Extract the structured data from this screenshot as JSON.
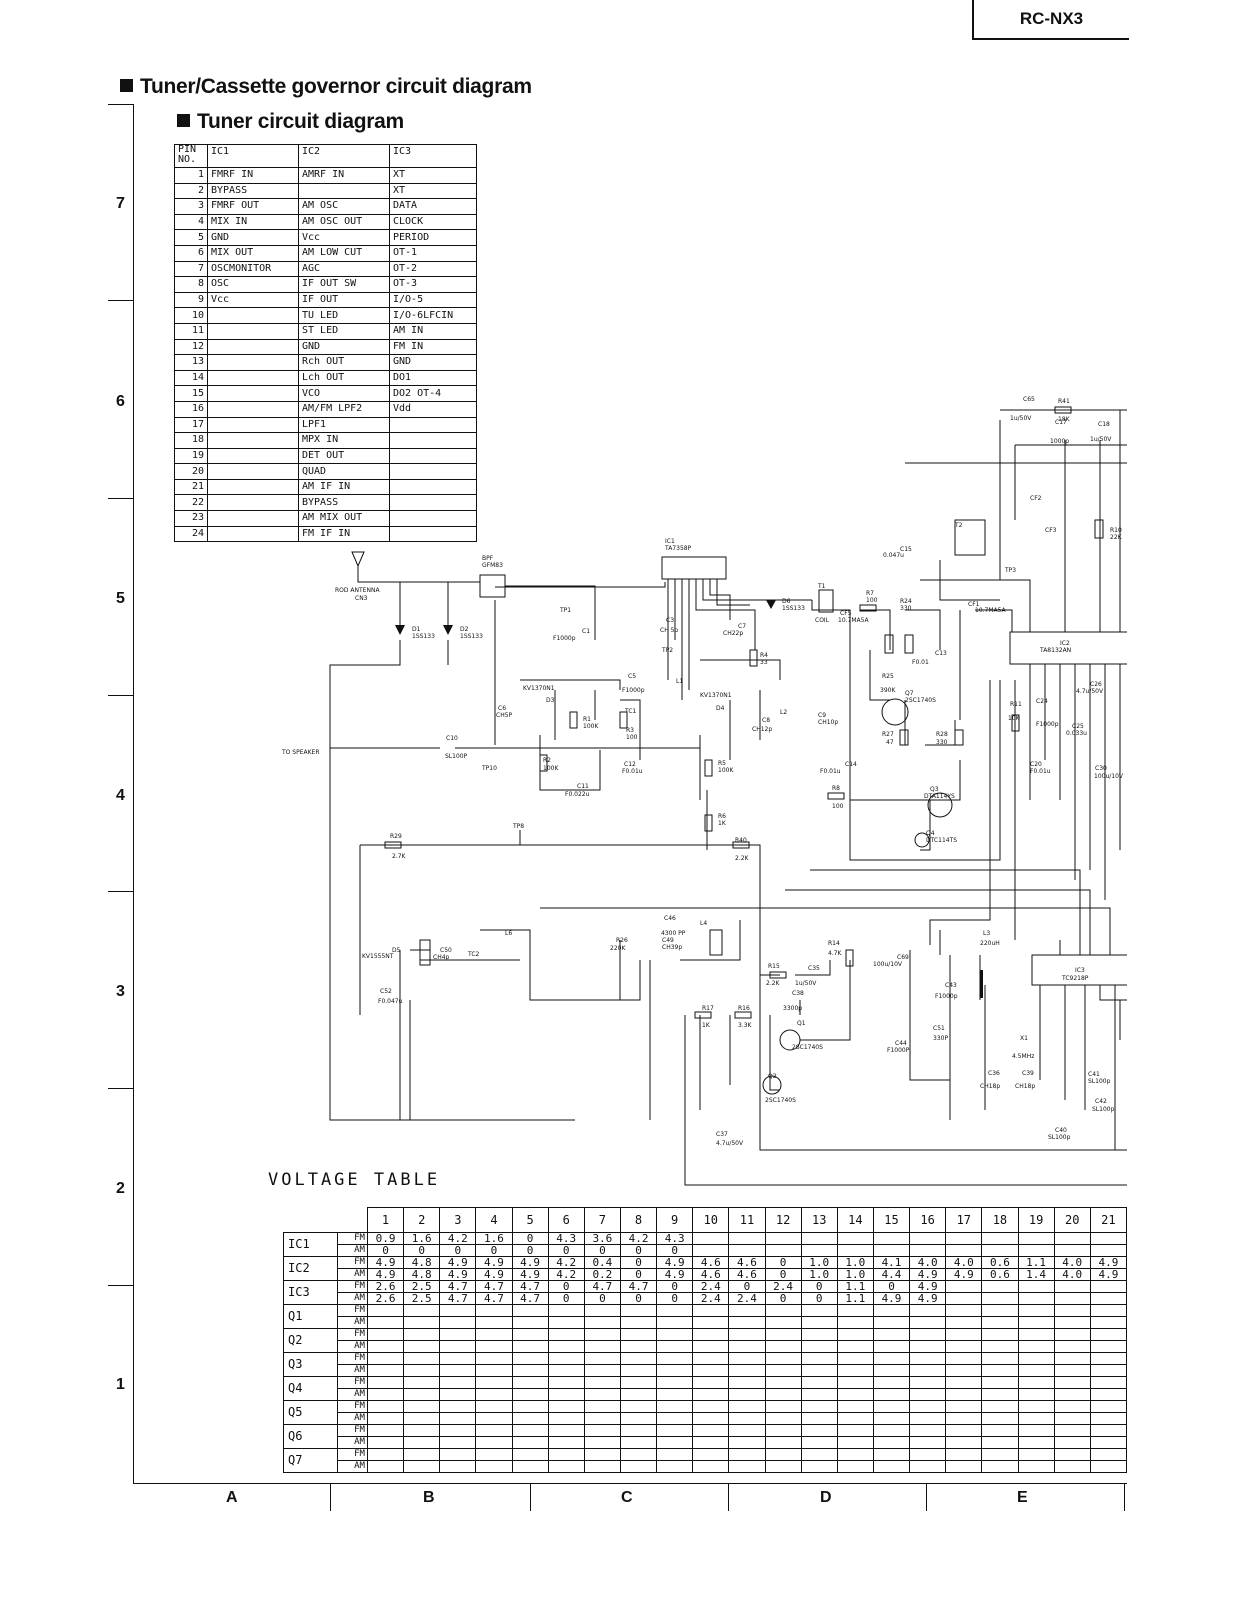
{
  "model": "RC-NX3",
  "title": "Tuner/Cassette governor circuit diagram",
  "subtitle": "Tuner circuit diagram",
  "row_markers": [
    "7",
    "6",
    "5",
    "4",
    "3",
    "2",
    "1"
  ],
  "column_markers": [
    "A",
    "B",
    "C",
    "D",
    "E"
  ],
  "pin_table": {
    "header": [
      "PIN NO.",
      "IC1",
      "IC2",
      "IC3"
    ],
    "rows": [
      [
        "1",
        "FMRF IN",
        "AMRF IN",
        "XT"
      ],
      [
        "2",
        "BYPASS",
        "",
        "XT"
      ],
      [
        "3",
        "FMRF OUT",
        "AM OSC",
        "DATA"
      ],
      [
        "4",
        "MIX IN",
        "AM OSC OUT",
        "CLOCK"
      ],
      [
        "5",
        "GND",
        "Vcc",
        "PERIOD"
      ],
      [
        "6",
        "MIX OUT",
        "AM LOW CUT",
        "OT-1"
      ],
      [
        "7",
        "OSCMONITOR",
        "AGC",
        "OT-2"
      ],
      [
        "8",
        "OSC",
        "IF OUT SW",
        "OT-3"
      ],
      [
        "9",
        "Vcc",
        "IF OUT",
        "I/O-5"
      ],
      [
        "10",
        "",
        "TU LED",
        "I/O-6LFCIN"
      ],
      [
        "11",
        "",
        "ST LED",
        "AM IN"
      ],
      [
        "12",
        "",
        "GND",
        "FM IN"
      ],
      [
        "13",
        "",
        "Rch OUT",
        "GND"
      ],
      [
        "14",
        "",
        "Lch OUT",
        "DO1"
      ],
      [
        "15",
        "",
        "VCO",
        "DO2 OT-4"
      ],
      [
        "16",
        "",
        "AM/FM LPF2",
        "Vdd"
      ],
      [
        "17",
        "",
        "LPF1",
        ""
      ],
      [
        "18",
        "",
        "MPX IN",
        ""
      ],
      [
        "19",
        "",
        "DET OUT",
        ""
      ],
      [
        "20",
        "",
        "QUAD",
        ""
      ],
      [
        "21",
        "",
        "AM IF IN",
        ""
      ],
      [
        "22",
        "",
        "BYPASS",
        ""
      ],
      [
        "23",
        "",
        "AM MIX OUT",
        ""
      ],
      [
        "24",
        "",
        "FM IF IN",
        ""
      ]
    ]
  },
  "voltage_table": {
    "title": "VOLTAGE TABLE",
    "columns": [
      "1",
      "2",
      "3",
      "4",
      "5",
      "6",
      "7",
      "8",
      "9",
      "10",
      "11",
      "12",
      "13",
      "14",
      "15",
      "16",
      "17",
      "18",
      "19",
      "20",
      "21"
    ],
    "rows": [
      {
        "label": "IC1",
        "mode": "FM",
        "values": [
          "0.9",
          "1.6",
          "4.2",
          "1.6",
          "0",
          "4.3",
          "3.6",
          "4.2",
          "4.3",
          "",
          "",
          "",
          "",
          "",
          "",
          "",
          "",
          "",
          "",
          "",
          ""
        ]
      },
      {
        "label": "",
        "mode": "AM",
        "values": [
          "0",
          "0",
          "0",
          "0",
          "0",
          "0",
          "0",
          "0",
          "0",
          "",
          "",
          "",
          "",
          "",
          "",
          "",
          "",
          "",
          "",
          "",
          ""
        ]
      },
      {
        "label": "IC2",
        "mode": "FM",
        "values": [
          "4.9",
          "4.8",
          "4.9",
          "4.9",
          "4.9",
          "4.2",
          "0.4",
          "0",
          "4.9",
          "4.6",
          "4.6",
          "0",
          "1.0",
          "1.0",
          "4.1",
          "4.0",
          "4.0",
          "0.6",
          "1.1",
          "4.0",
          "4.9"
        ]
      },
      {
        "label": "",
        "mode": "AM",
        "values": [
          "4.9",
          "4.8",
          "4.9",
          "4.9",
          "4.9",
          "4.2",
          "0.2",
          "0",
          "4.9",
          "4.6",
          "4.6",
          "0",
          "1.0",
          "1.0",
          "4.4",
          "4.9",
          "4.9",
          "0.6",
          "1.4",
          "4.0",
          "4.9"
        ]
      },
      {
        "label": "IC3",
        "mode": "FM",
        "values": [
          "2.6",
          "2.5",
          "4.7",
          "4.7",
          "4.7",
          "0",
          "4.7",
          "4.7",
          "0",
          "2.4",
          "0",
          "2.4",
          "0",
          "1.1",
          "0",
          "4.9",
          "",
          "",
          "",
          "",
          ""
        ]
      },
      {
        "label": "",
        "mode": "AM",
        "values": [
          "2.6",
          "2.5",
          "4.7",
          "4.7",
          "4.7",
          "0",
          "0",
          "0",
          "0",
          "2.4",
          "2.4",
          "0",
          "0",
          "1.1",
          "4.9",
          "4.9",
          "",
          "",
          "",
          "",
          ""
        ]
      },
      {
        "label": "Q1",
        "mode": "FM",
        "values": []
      },
      {
        "label": "",
        "mode": "AM",
        "values": []
      },
      {
        "label": "Q2",
        "mode": "FM",
        "values": []
      },
      {
        "label": "",
        "mode": "AM",
        "values": []
      },
      {
        "label": "Q3",
        "mode": "FM",
        "values": []
      },
      {
        "label": "",
        "mode": "AM",
        "values": []
      },
      {
        "label": "Q4",
        "mode": "FM",
        "values": []
      },
      {
        "label": "",
        "mode": "AM",
        "values": []
      },
      {
        "label": "Q5",
        "mode": "FM",
        "values": []
      },
      {
        "label": "",
        "mode": "AM",
        "values": []
      },
      {
        "label": "Q6",
        "mode": "FM",
        "values": []
      },
      {
        "label": "",
        "mode": "AM",
        "values": []
      },
      {
        "label": "Q7",
        "mode": "FM",
        "values": []
      },
      {
        "label": "",
        "mode": "AM",
        "values": []
      }
    ]
  },
  "schematic_labels": {
    "ic1": "IC1",
    "ic1_part": "TA7358P",
    "ic2": "IC2",
    "ic2_part": "TA8132AN",
    "ic3": "IC3",
    "ic3_part": "TC9218P",
    "antenna": "ROD ANTENNA",
    "antenna_ref": "CN3",
    "bpf": "BPF",
    "bpf_part": "GFM83",
    "speaker": "TO SPEAKER",
    "coil": "COIL",
    "cf5": "CF5",
    "cf5_part": "10.7MA5A",
    "cf1": "CF1",
    "cf1_part": "10.7MA5A",
    "cf2": "CF2",
    "cf3": "CF3",
    "xtal": "X1",
    "xtal_freq": "4.5MHz",
    "tp1": "TP1",
    "tp2": "TP2",
    "tp3": "TP3",
    "tp8": "TP8",
    "tp10": "TP10",
    "d1": "D1",
    "d1_part": "1SS133",
    "d2": "D2",
    "d2_part": "1SS133",
    "d3": "D3",
    "d3_part": "KV1370N1",
    "d4": "D4",
    "d4_part": "KV1370N1",
    "d5": "D5",
    "d5_part": "KV1555NT",
    "d6": "D6",
    "d6_part": "1SS133",
    "q1": "Q1",
    "q1_part": "2SC1740S",
    "q2": "Q2",
    "q2_part": "2SC1740S",
    "q3": "Q3",
    "q3_part": "DTA114YS",
    "q4": "Q4",
    "q4_part": "DTC114TS",
    "q7": "Q7",
    "q7_part": "2SC1740S",
    "r1": "R1",
    "r1_v": "100K",
    "r2": "R2",
    "r2_v": "100K",
    "r3": "R3",
    "r3_v": "100",
    "r4": "R4",
    "r4_v": "33",
    "r5": "R5",
    "r5_v": "100K",
    "r6": "R6",
    "r6_v": "1K",
    "r7": "R7",
    "r7_v": "100",
    "r8": "R8",
    "r8_v": "100",
    "r14": "R14",
    "r14_v": "4.7K",
    "r15": "R15",
    "r15_v": "2.2K",
    "r16": "R16",
    "r16_v": "3.3K",
    "r17": "R17",
    "r17_v": "1K",
    "r24": "R24",
    "r24_v": "330",
    "r25": "R25",
    "r25_v": "390K",
    "r26": "R26",
    "r26_v": "220K",
    "r27": "R27",
    "r27_v": "47",
    "r28": "R28",
    "r28_v": "330",
    "r29": "R29",
    "r29_v": "2.7K",
    "r40": "R40",
    "r40_v": "2.2K",
    "r41": "R41",
    "r41_v": "18K",
    "r10": "R10",
    "r10_v": "22K",
    "r11": "R11",
    "r11_v": "10K",
    "c1": "C1",
    "c1_v": "F1000p",
    "c3": "C3",
    "c3_v": "CH 5p",
    "c5": "C5",
    "c5_v": "F1000p",
    "c6": "C6",
    "c6_v": "CH5P",
    "c7": "C7",
    "c7_v": "CH22p",
    "c8": "C8",
    "c8_v": "CH12p",
    "c9": "C9",
    "c9_v": "CH10p",
    "c10": "C10",
    "c10_v": "SL100P",
    "c11": "C11",
    "c11_v": "F0.022u",
    "c12": "C12",
    "c12_v": "F0.01u",
    "c13": "C13",
    "c13_v": "F0.01",
    "c14": "C14",
    "c14_v": "F0.01u",
    "c15": "C15",
    "c15_v": "0.047u",
    "c17": "C17",
    "c17_v": "1000p",
    "c18": "C18",
    "c18_v": "1u/50V",
    "c20": "C20",
    "c20_v": "F0.01u",
    "c24": "C24",
    "c24_v": "F1000p",
    "c25": "C25",
    "c25_v": "0.033u",
    "c26": "C26",
    "c26_v": "4.7u/50V",
    "c30": "C30",
    "c30_v": "100u/10V",
    "c36": "C36",
    "c36_v": "CH18p",
    "c37": "C37",
    "c37_v": "4.7u/50V",
    "c38": "C38",
    "c38_v": "3300p",
    "c39": "C39",
    "c39_v": "CH18p",
    "c40": "C40",
    "c40_v": "SL100p",
    "c41": "C41",
    "c41_v": "SL100p",
    "c42": "C42",
    "c42_v": "SL100p",
    "c43": "C43",
    "c43_v": "F1000p",
    "c44": "C44",
    "c44_v": "F1000P",
    "c46": "C46",
    "c46_v": "4300 PP",
    "c49": "C49",
    "c49_v": "CH39p",
    "c50": "C50",
    "c50_v": "CH4p",
    "c51": "C51",
    "c51_v": "330P",
    "c52": "C52",
    "c52_v": "F0.047u",
    "c35": "C35",
    "c35_v": "1u/50V",
    "c65": "C65",
    "c65_v": "1u/50V",
    "c69": "C69",
    "c69_v": "100u/10V",
    "l1": "L1",
    "l2": "L2",
    "l3": "L3",
    "l3_v": "220uH",
    "l4": "L4",
    "l6": "L6",
    "t1": "T1",
    "t2": "T2",
    "tc1": "TC1",
    "tc2": "TC2"
  }
}
